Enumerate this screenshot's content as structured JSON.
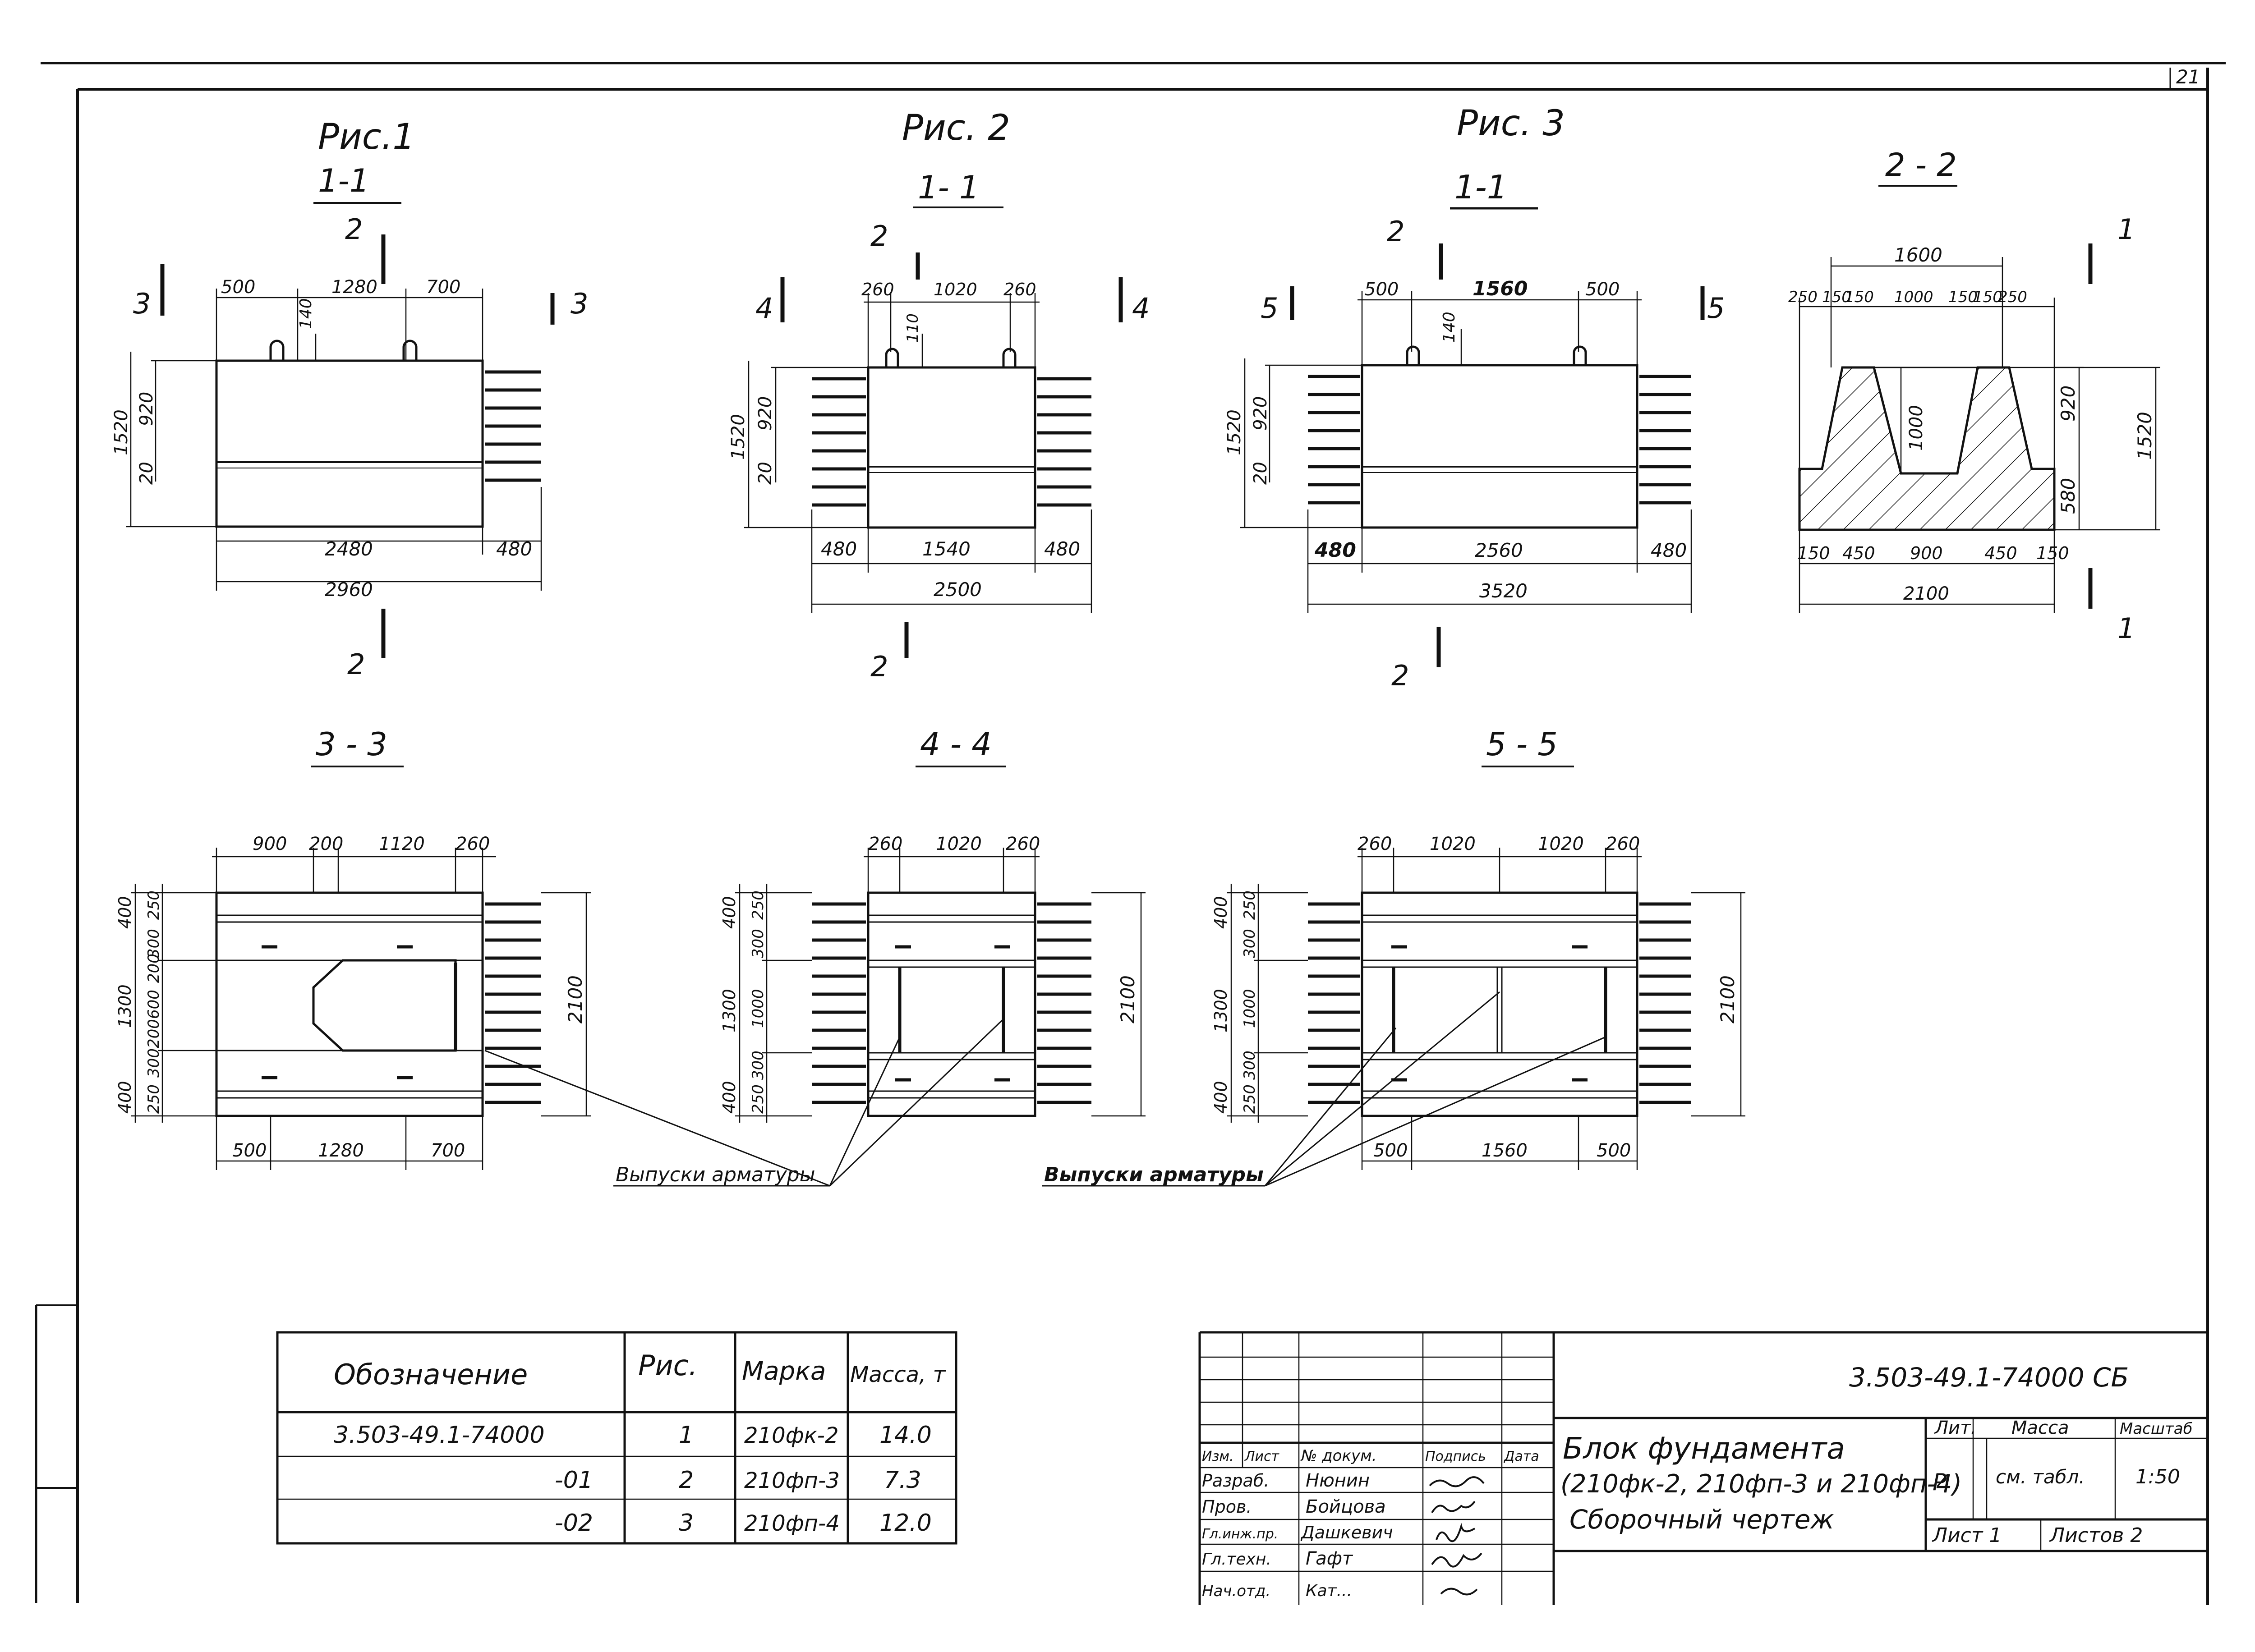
{
  "sheet_number": "21",
  "figures": [
    {
      "caption": "Рис.1",
      "section": "1-1"
    },
    {
      "caption": "Рис. 2",
      "section": "1- 1"
    },
    {
      "caption": "Рис. 3",
      "section": "1-1"
    }
  ],
  "section_2_2": "2 - 2",
  "section_3_3": "3 - 3",
  "section_4_4": "4 - 4",
  "section_5_5": "5 - 5",
  "cut_marks": {
    "one": "1",
    "two": "2",
    "three": "3",
    "four": "4",
    "five": "5"
  },
  "fig1": {
    "top_dims": [
      "500",
      "1280",
      "700"
    ],
    "anchor": "140",
    "left_dims": [
      "1520",
      "920",
      "20"
    ],
    "bottom_dims": [
      "2480",
      "480"
    ],
    "total": "2960"
  },
  "fig2": {
    "top_dims": [
      "260",
      "1020",
      "260"
    ],
    "anchor": "110",
    "left_dims": [
      "1520",
      "920",
      "20"
    ],
    "bottom_dims": [
      "480",
      "1540",
      "480"
    ],
    "total": "2500"
  },
  "fig3": {
    "top_dims": [
      "500",
      "1560",
      "500"
    ],
    "anchor": "140",
    "left_dims": [
      "1520",
      "920",
      "20"
    ],
    "bottom_dims": [
      "480",
      "2560",
      "480"
    ],
    "total": "3520"
  },
  "sec22": {
    "top": "1600",
    "top_row": [
      "250",
      "150",
      "150",
      "1000",
      "150",
      "150",
      "250"
    ],
    "inner": "1000",
    "right": [
      "920",
      "580"
    ],
    "height": "1520",
    "bottom": [
      "150",
      "450",
      "900",
      "450",
      "150"
    ],
    "width": "2100"
  },
  "plan3": {
    "top": [
      "900",
      "200",
      "1120",
      "260"
    ],
    "left": [
      "400",
      "250",
      "300",
      "200",
      "1300",
      "600",
      "200",
      "300",
      "250",
      "400"
    ],
    "bottom": [
      "500",
      "1280",
      "700"
    ],
    "right": "2100"
  },
  "plan4": {
    "top": [
      "260",
      "1020",
      "260"
    ],
    "left": [
      "400",
      "250",
      "300",
      "1300",
      "1000",
      "300",
      "250",
      "400"
    ],
    "right": "2100"
  },
  "plan5": {
    "top": [
      "260",
      "1020",
      "1020",
      "260"
    ],
    "left": [
      "400",
      "250",
      "300",
      "1300",
      "1000",
      "300",
      "250",
      "400"
    ],
    "bottom": [
      "500",
      "1560",
      "500"
    ],
    "right": "2100"
  },
  "callouts": {
    "rebar1": "Выпуски арматуры",
    "rebar2": "Выпуски арматуры"
  },
  "spec_table": {
    "headers": [
      "Обозначение",
      "Рис.",
      "Марка",
      "Масса, т"
    ],
    "rows": [
      [
        "3.503-49.1-74000",
        "1",
        "210фк-2",
        "14.0"
      ],
      [
        "-01",
        "2",
        "210фп-3",
        "7.3"
      ],
      [
        "-02",
        "3",
        "210фп-4",
        "12.0"
      ]
    ]
  },
  "title_block": {
    "doc_code": "3.503-49.1-74000 СБ",
    "title_line1": "Блок фундамента",
    "title_line2": "(210фк-2, 210фп-3 и 210фп-4)",
    "title_line3": "Сборочный чертеж",
    "col_headers": [
      "Изм.",
      "Лист",
      "№ докум.",
      "Подпись",
      "Дата"
    ],
    "roles": [
      "Разраб.",
      "Пров.",
      "Гл.инж.пр.",
      "Гл.техн.",
      "Нач.отд."
    ],
    "names": [
      "Нюнин",
      "Бойцова",
      "Дашкевич",
      "Гафт",
      "Кат..."
    ],
    "lit_header": "Лит.",
    "mass_header": "Масса",
    "scale_header": "Масштаб",
    "lit": "Р",
    "mass": "см. табл.",
    "scale": "1:50",
    "sheet": "Лист 1",
    "sheets": "Листов 2"
  }
}
